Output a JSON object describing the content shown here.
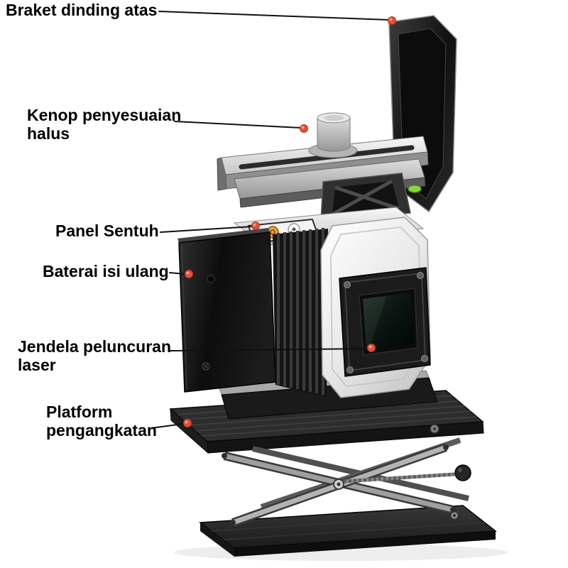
{
  "figure": {
    "kind": "annotated-product-diagram",
    "product": "laser level on lifting platform with wall bracket",
    "language": "Indonesian"
  },
  "callouts": [
    {
      "id": "top-wall-bracket",
      "label": "Braket dinding atas"
    },
    {
      "id": "fine-adjustment-knob",
      "label": "Kenop penyesuaian\nhalus"
    },
    {
      "id": "touch-panel",
      "label": "Panel Sentuh"
    },
    {
      "id": "rechargeable-battery",
      "label": "Baterai isi ulang"
    },
    {
      "id": "laser-launch-window",
      "label": "Jendela peluncuran\nlaser"
    },
    {
      "id": "lifting-platform",
      "label": "Platform\npengangkatan"
    }
  ],
  "colors": {
    "background": "#ffffff",
    "label_text": "#000000",
    "leader_line": "#111111",
    "callout_dot": "#e04f38",
    "callout_dot_highlight": "#ff9b84"
  }
}
